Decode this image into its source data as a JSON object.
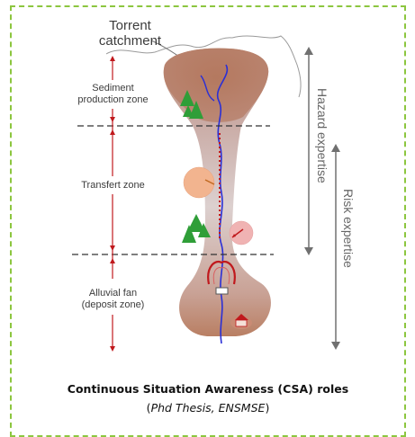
{
  "labels": {
    "catchment": "Torrent\ncatchment",
    "production_zone": "Sediment\nproduction zone",
    "transfer_zone": "Transfert zone",
    "fan_zone": "Alluvial fan\n(deposit zone)",
    "hazard": "Hazard expertise",
    "risk": "Risk expertise"
  },
  "caption": {
    "title": "Continuous Situation Awareness (CSA) roles",
    "paren_open": "(",
    "source_italic": "Phd Thesis, ENSMSE",
    "paren_close": ")"
  },
  "colors": {
    "border": "#8cc63f",
    "terrain": "#b97f63",
    "terrain_light": "#d8c8c4",
    "river": "#2a2fd6",
    "arrow": "#c0191d",
    "tree": "#2f9e38"
  }
}
